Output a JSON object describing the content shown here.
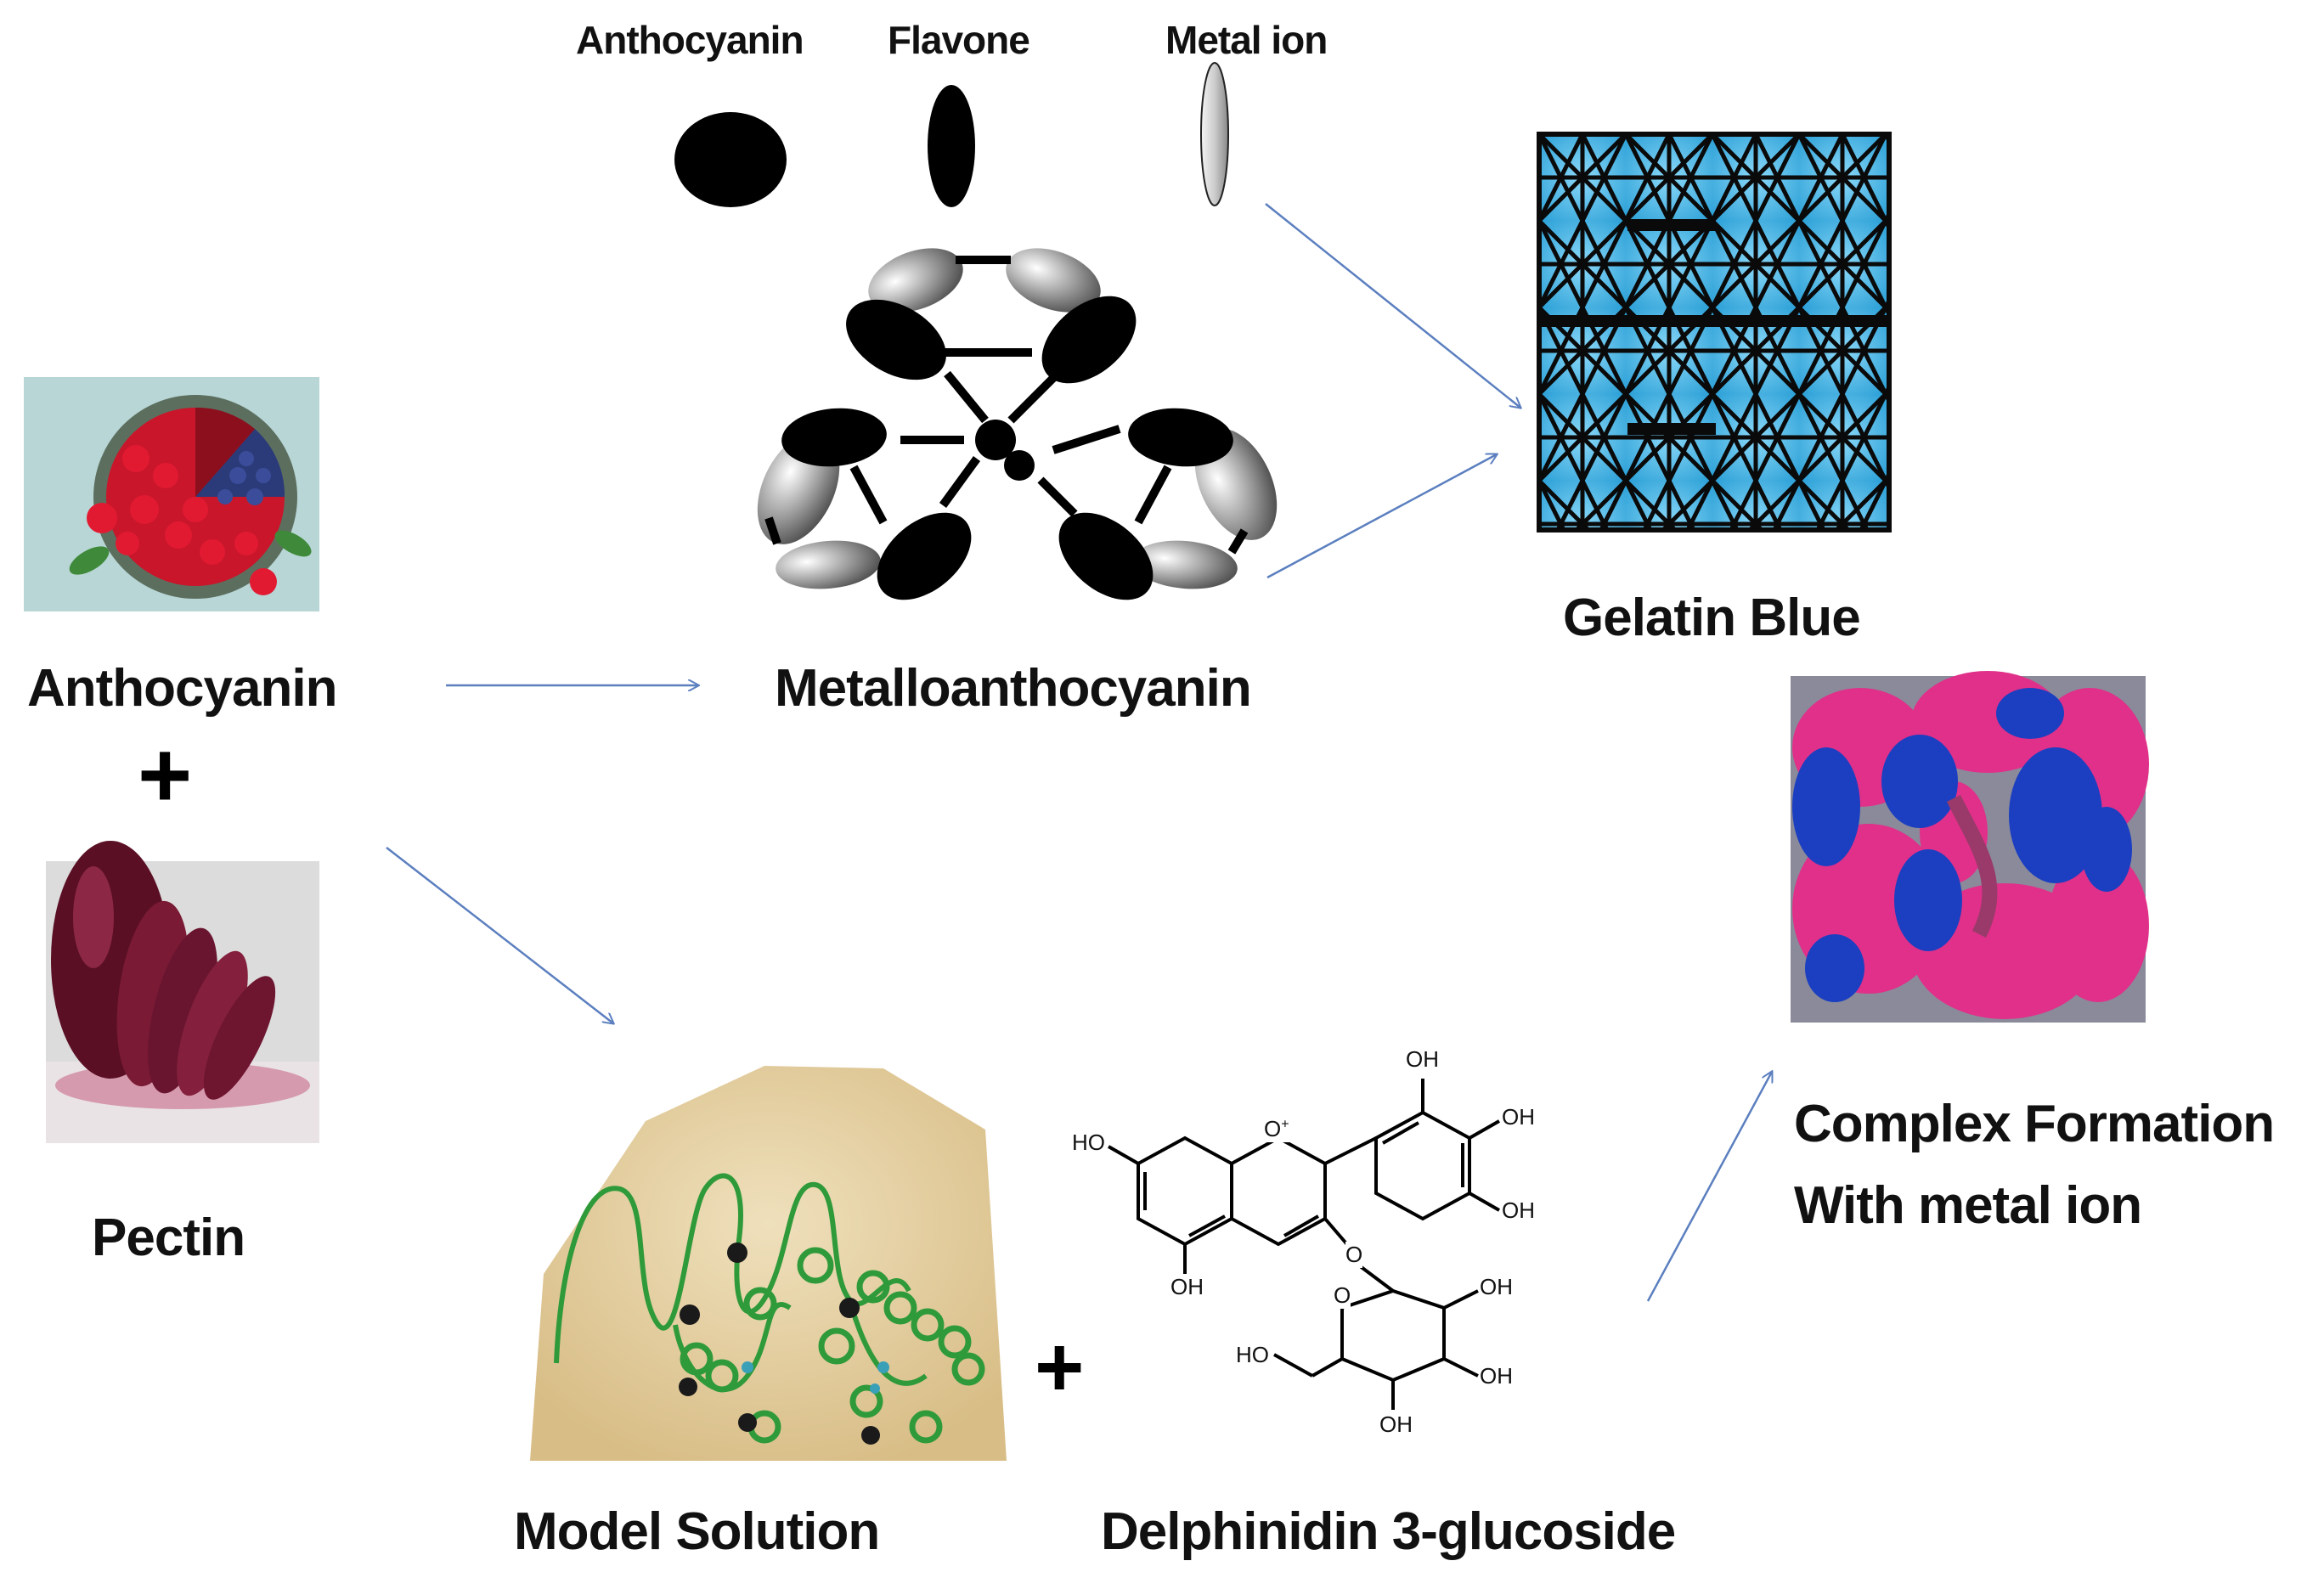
{
  "legend": {
    "anthocyanin": "Anthocyanin",
    "flavone": "Flavone",
    "metal_ion": "Metal ion"
  },
  "labels": {
    "anthocyanin": "Anthocyanin",
    "plus": "+",
    "pectin": "Pectin",
    "metalloanthocyanin": "Metalloanthocyanin",
    "gelatin_blue": "Gelatin Blue",
    "complex_formation_line1": "Complex Formation",
    "complex_formation_line2": "With metal ion",
    "model_solution": "Model Solution",
    "delphinidin": "Delphinidin 3-glucoside"
  },
  "structure": {
    "oh": "OH",
    "ho": "HO",
    "o_plus": "O",
    "o": "O",
    "charge": "+"
  },
  "colors": {
    "arrow": "#5b7fbf",
    "gel_blue": "#4fc0ee",
    "magenta": "#e0308a",
    "protein_blue": "#1b3fc0",
    "green": "#2f9a3a",
    "sand": "#e2cfa2",
    "beet": "#6e1530"
  }
}
